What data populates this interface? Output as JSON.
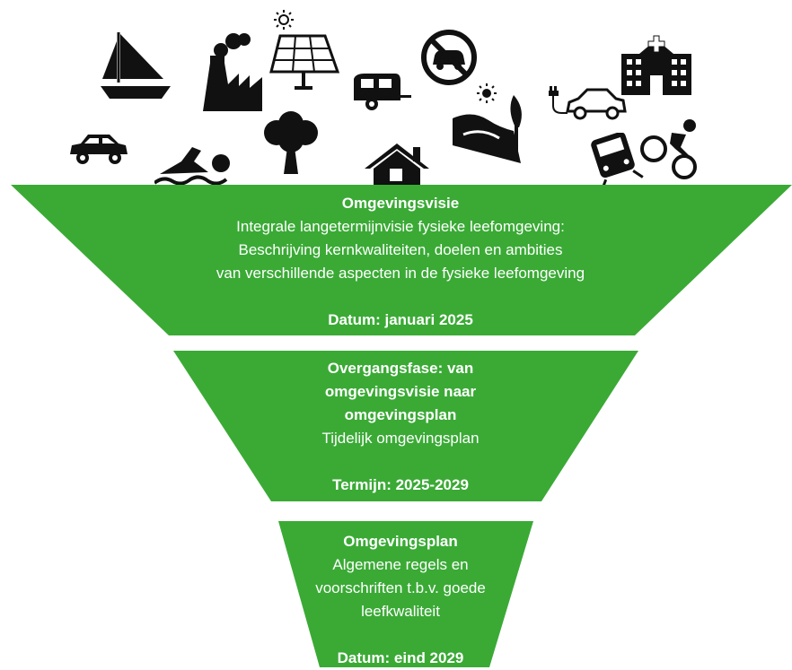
{
  "colors": {
    "funnel_green": "#3aaa35",
    "icon_black": "#111111",
    "text": "#ffffff"
  },
  "icons": [
    "sailboat-icon",
    "factory-icon",
    "solar-panel-icon",
    "caravan-icon",
    "no-cars-icon",
    "hospital-icon",
    "car-icon",
    "swimmer-icon",
    "tree-icon",
    "house-icon",
    "landscape-icon",
    "electric-car-icon",
    "train-icon",
    "cyclist-icon"
  ],
  "tiers": [
    {
      "title": "Omgevingsvisie",
      "lines": [
        "Integrale langetermijnvisie fysieke leefomgeving:",
        "Beschrijving kernkwaliteiten, doelen en ambities",
        "van verschillende aspecten in de fysieke leefomgeving"
      ],
      "date": "Datum: januari 2025"
    },
    {
      "title_lines": [
        "Overgangsfase: van",
        "omgevingsvisie naar",
        "omgevingsplan"
      ],
      "lines": [
        "Tijdelijk omgevingsplan"
      ],
      "date": "Termijn: 2025-2029"
    },
    {
      "title": "Omgevingsplan",
      "lines": [
        "Algemene regels en",
        "voorschriften t.b.v. goede",
        "leefkwaliteit"
      ],
      "date": "Datum: eind 2029"
    }
  ]
}
